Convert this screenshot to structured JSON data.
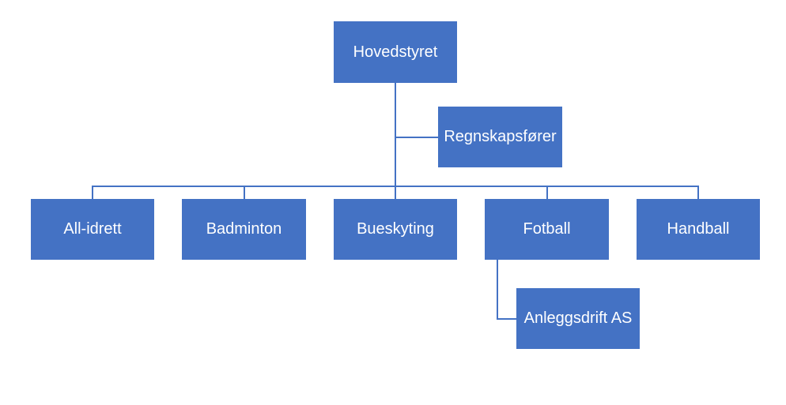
{
  "org_chart": {
    "root": {
      "label": "Hovedstyret"
    },
    "assistant": {
      "label": "Regnskapsfører"
    },
    "departments": [
      {
        "label": "All-idrett"
      },
      {
        "label": "Badminton"
      },
      {
        "label": "Bueskyting"
      },
      {
        "label": "Fotball"
      },
      {
        "label": "Handball"
      }
    ],
    "sub_units": [
      {
        "label": "Anleggsdrift AS",
        "parent": "Fotball"
      }
    ],
    "colors": {
      "node_fill": "#4472c4",
      "node_text": "#ffffff",
      "connector": "#4472c4"
    }
  }
}
